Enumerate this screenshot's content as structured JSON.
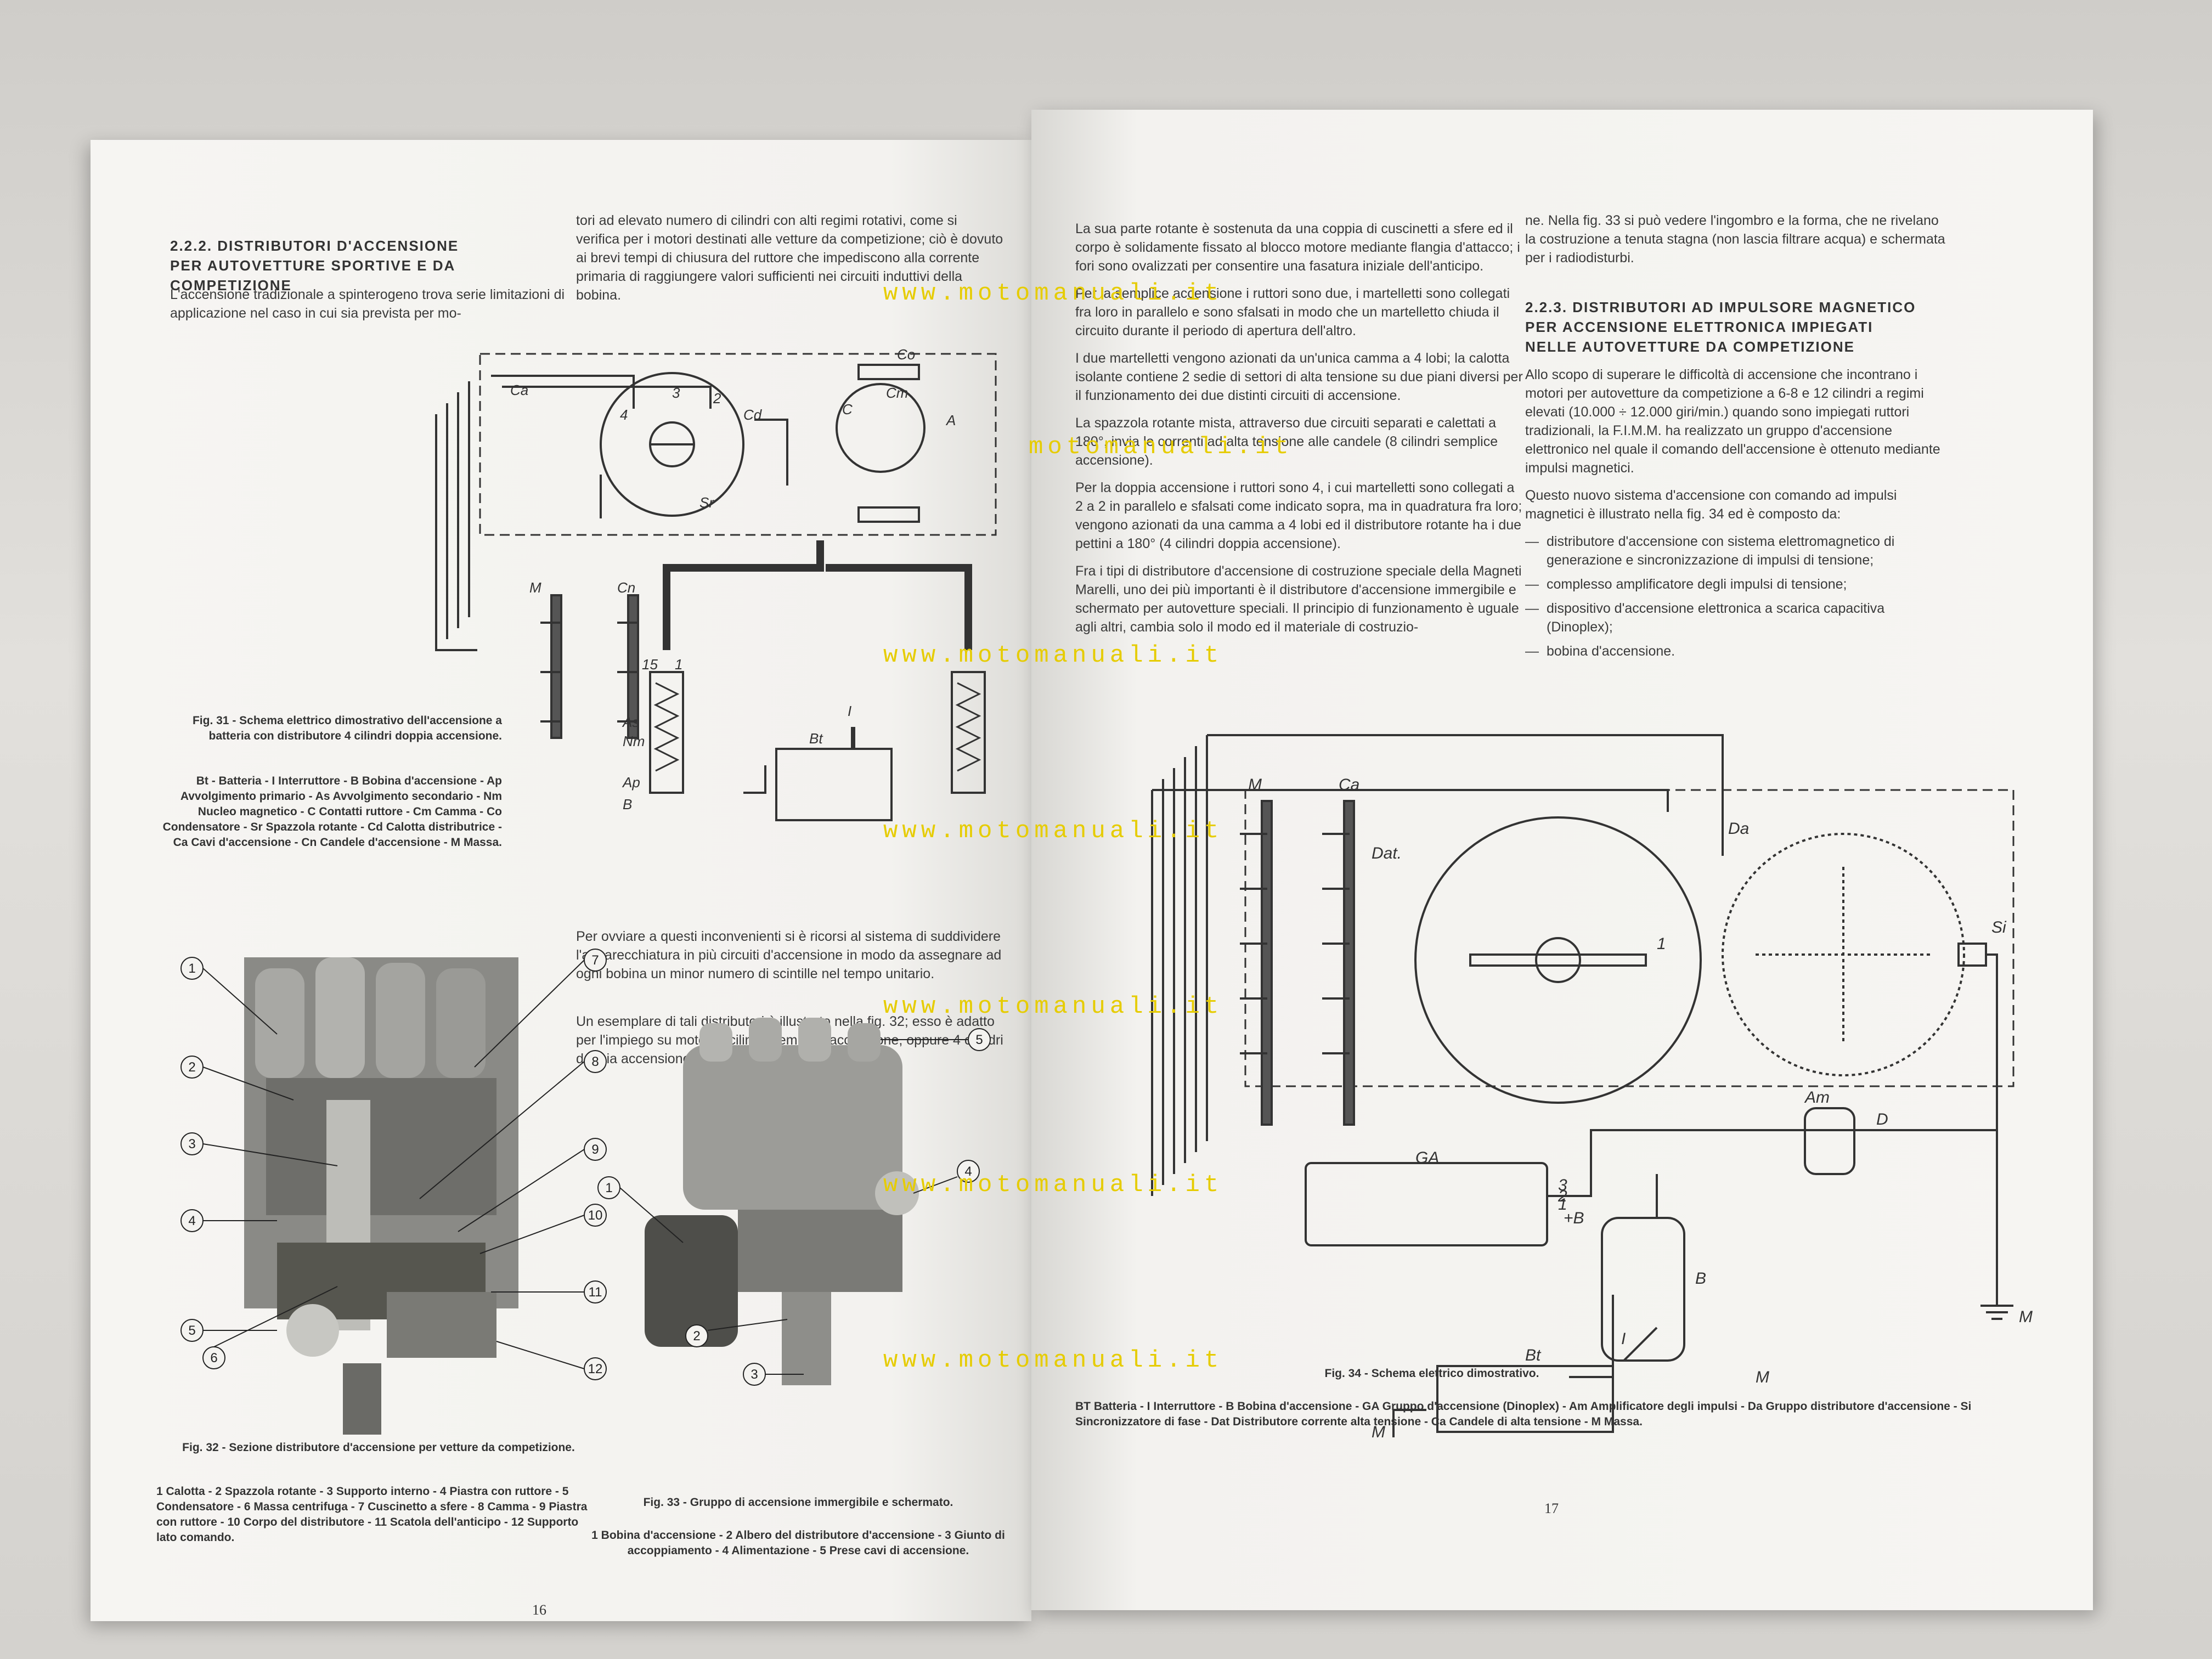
{
  "left_page": {
    "heading": [
      "2.2.2. DISTRIBUTORI D'ACCENSIONE",
      "PER AUTOVETTURE SPORTIVE E DA COMPETIZIONE"
    ],
    "col1_intro": "L'accensione tradizionale a spinterogeno trova serie limitazioni di applicazione nel caso in cui sia prevista per mo-",
    "col2_para1": "tori ad elevato numero di cilindri con alti regimi rotativi, come si verifica per i motori destinati alle vetture da competizione; ciò è dovuto ai brevi tempi di chiusura del ruttore che impediscono alla corrente primaria di raggiungere valori sufficienti nei circuiti induttivi della bobina.",
    "fig31": {
      "title": "Fig. 31 - Schema elettrico dimostrativo dell'accensione a batteria con distributore 4 cilindri doppia accensione.",
      "legend": "Bt - Batteria - I Interruttore - B Bobina d'accensione - Ap Avvolgimento primario - As Avvolgimento secondario - Nm Nucleo magnetico - C Contatti ruttore - Cm Camma - Co Condensatore - Sr Spazzola rotante - Cd Calotta distributrice - Ca Cavi d'accensione - Cn Candele d'accensione - M Massa.",
      "labels": [
        "Ca",
        "Cd",
        "Co",
        "M",
        "Cn",
        "Sr",
        "Bt",
        "I",
        "As",
        "Nm",
        "Ap",
        "B",
        "C",
        "A",
        "15",
        "1",
        "2",
        "3",
        "4",
        "Cm"
      ]
    },
    "col2_para2": "Per ovviare a questi inconvenienti si è ricorsi al sistema di suddividere l'apparecchiatura in più circuiti d'accensione in modo da assegnare ad ogni bobina un minor numero di scintille nel tempo unitario.",
    "col2_para3": "Un esemplare di tali distributori è illustrato nella fig. 32; esso è adatto per l'impiego su motori 8 cilindri semplice accensione, oppure 4 cilindri doppia accensione.",
    "fig32": {
      "callouts": [
        "1",
        "2",
        "3",
        "4",
        "5",
        "6",
        "7",
        "8",
        "9",
        "10",
        "11",
        "12"
      ],
      "title": "Fig. 32 - Sezione distributore d'accensione per vetture da competizione.",
      "legend": "1 Calotta - 2 Spazzola rotante - 3 Supporto interno - 4 Piastra con ruttore - 5 Condensatore - 6 Massa centrifuga - 7 Cuscinetto a sfere - 8 Camma - 9 Piastra con ruttore - 10 Corpo del distributore - 11 Scatola dell'anticipo - 12 Supporto lato comando."
    },
    "fig33": {
      "callouts": [
        "1",
        "2",
        "3",
        "4",
        "5"
      ],
      "title": "Fig. 33 - Gruppo di accensione immergibile e schermato.",
      "legend": "1 Bobina d'accensione - 2 Albero del distributore d'accensione - 3 Giunto di accoppiamento - 4 Alimentazione - 5 Prese cavi di accensione."
    },
    "page_number": "16"
  },
  "right_page": {
    "col1": [
      "La sua parte rotante è sostenuta da una coppia di cuscinetti a sfere ed il corpo è solidamente fissato al blocco motore mediante flangia d'attacco; i fori sono ovalizzati per consentire una fasatura iniziale dell'anticipo.",
      "Per la semplice accensione i ruttori sono due, i martelletti sono collegati fra loro in parallelo e sono sfalsati in modo che un martelletto chiuda il circuito durante il periodo di apertura dell'altro.",
      "I due martelletti vengono azionati da un'unica camma a 4 lobi; la calotta isolante contiene 2 sedie di settori di alta tensione su due piani diversi per il funzionamento dei due distinti circuiti di accensione.",
      "La spazzola rotante mista, attraverso due circuiti separati e calettati a 180°, invia le correnti ad alta tensione alle candele (8 cilindri semplice accensione).",
      "Per la doppia accensione i ruttori sono 4, i cui martelletti sono collegati a 2 a 2 in parallelo e sfalsati come indicato sopra, ma in quadratura fra loro; vengono azionati da una camma a 4 lobi ed il distributore rotante ha i due pettini a 180° (4 cilindri doppia accensione).",
      "Fra i tipi di distributore d'accensione di costruzione speciale della Magneti Marelli, uno dei più importanti è il distributore d'accensione immergibile e schermato per autovetture speciali. Il principio di funzionamento è uguale agli altri, cambia solo il modo ed il materiale di costruzio-"
    ],
    "col2_intro": "ne. Nella fig. 33 si può vedere l'ingombro e la forma, che ne rivelano la costruzione a tenuta stagna (non lascia filtrare acqua) e schermata per i radiodisturbi.",
    "heading": [
      "2.2.3. DISTRIBUTORI AD IMPULSORE MAGNETICO",
      "PER ACCENSIONE ELETTRONICA IMPIEGATI",
      "NELLE AUTOVETTURE DA COMPETIZIONE"
    ],
    "col2_para1": "Allo scopo di superare le difficoltà di accensione che incontrano i motori per autovetture da competizione a 6-8 e 12 cilindri a regimi elevati (10.000 ÷ 12.000 giri/min.) quando sono impiegati ruttori tradizionali, la F.I.M.M. ha realizzato un gruppo d'accensione elettronico nel quale il comando dell'accensione è ottenuto mediante impulsi magnetici.",
    "col2_para2": "Questo nuovo sistema d'accensione con comando ad impulsi magnetici è illustrato nella fig. 34 ed è composto da:",
    "bullets": [
      "distributore d'accensione con sistema elettromagnetico di generazione e sincronizzazione di impulsi di tensione;",
      "complesso amplificatore degli impulsi di tensione;",
      "dispositivo d'accensione elettronica a scarica capacitiva (Dinoplex);",
      "bobina d'accensione."
    ],
    "fig34": {
      "labels": [
        "Ca",
        "M",
        "Dat.",
        "Da",
        "Si",
        "GA",
        "+B",
        "Am",
        "D",
        "B",
        "Bt",
        "I",
        "M",
        "M",
        "M",
        "1",
        "3",
        "2",
        "1"
      ],
      "title": "Fig. 34 - Schema elettrico dimostrativo.",
      "legend": "BT Batteria - I Interruttore - B Bobina d'accensione - GA Gruppo d'accensione (Dinoplex) - Am Amplificatore degli impulsi - Da Gruppo distributore d'accensione - Si Sincronizzatore di fase - Dat Distributore corrente alta tensione - Ca Candele di alta tensione - M Massa."
    },
    "page_number": "17"
  },
  "watermarks": [
    "www.motomanuali.it",
    "motomanuali.it",
    "www.motomanuali.it",
    "www.motomanuali.it",
    "www.motomanuali.it",
    "www.motomanuali.it",
    "www.motomanuali.it"
  ],
  "colors": {
    "paper": "#f4f3f0",
    "ink": "#2b2b2b",
    "watermark": "#e6cc00",
    "table": "#d9d7d3"
  }
}
